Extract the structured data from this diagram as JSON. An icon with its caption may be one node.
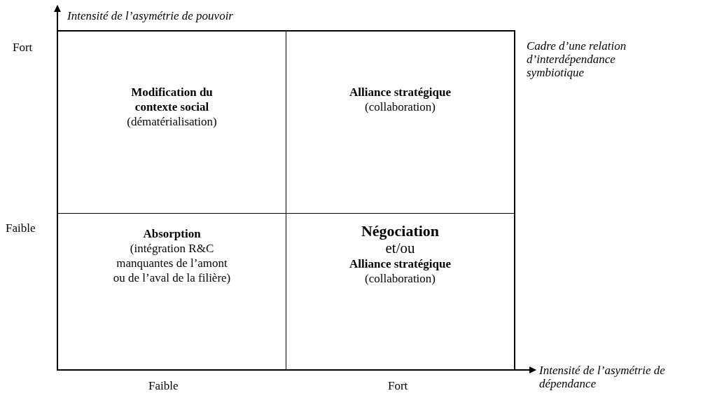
{
  "diagram": {
    "nodes": [
      {
        "text": [],
        "shape": "box",
        "beside": [
          "Cadre d’une relation d’interdépendance symbiotique"
        ]
      },
      {
        "text": [
          "Modification du contexte social",
          "(dématérialisation)"
        ],
        "in": 0
      },
      {
        "text": [
          "Alliance stratégique",
          "(collaboration)"
        ],
        "in": 0
      },
      {
        "text": [
          "Absorption",
          "(intégration R&C manquantes de l’amont ou de l’aval de la filière)"
        ],
        "in": 0
      },
      {
        "text": [
          "Négociation",
          "et/ou",
          "Alliance stratégique",
          "(collaboration)"
        ],
        "in": 0
      }
    ],
    "edges": [],
    "labels": [
      "Intensité de l’asymétrie de pouvoir",
      "Fort",
      "Faible",
      "Faible",
      "Fort",
      "Intensité de l’asymétrie de dépendance"
    ]
  }
}
